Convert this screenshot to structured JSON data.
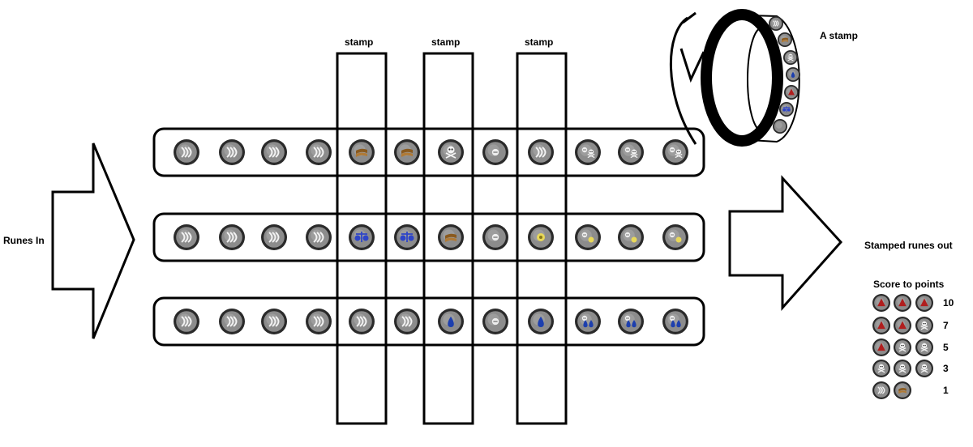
{
  "labels": {
    "runes_in": "Runes In",
    "stamped_out": "Stamped runes out",
    "a_stamp": "A stamp",
    "score_title": "Score to points"
  },
  "stamps": [
    {
      "label": "stamp"
    },
    {
      "label": "stamp"
    },
    {
      "label": "stamp"
    }
  ],
  "conveyors": [
    {
      "runes": [
        "air",
        "air",
        "air",
        "air",
        "earth",
        "earth",
        "death",
        "mind",
        "air",
        "mind-death",
        "mind-death",
        "mind-death"
      ]
    },
    {
      "runes": [
        "air",
        "air",
        "air",
        "air",
        "law",
        "law",
        "earth",
        "mind",
        "cosmic",
        "mind-cosmic",
        "mind-cosmic",
        "mind-cosmic"
      ]
    },
    {
      "runes": [
        "air",
        "air",
        "air",
        "air",
        "air",
        "air",
        "water",
        "mind",
        "water",
        "mind-water",
        "mind-water",
        "mind-water"
      ]
    }
  ],
  "stamp_wheel": {
    "runes": [
      "air",
      "earth",
      "death",
      "water",
      "fire",
      "law",
      "blank"
    ]
  },
  "score_table": [
    {
      "points": "10",
      "runes": [
        "fire",
        "fire",
        "fire"
      ]
    },
    {
      "points": "7",
      "runes": [
        "fire",
        "fire",
        "death"
      ]
    },
    {
      "points": "5",
      "runes": [
        "fire",
        "death",
        "death"
      ]
    },
    {
      "points": "3",
      "runes": [
        "death",
        "death",
        "death"
      ]
    },
    {
      "points": "1",
      "runes": [
        "air",
        "earth"
      ]
    }
  ],
  "colors": {
    "stroke": "#000000",
    "rune_stone": "#8c8c8c",
    "rune_rim": "#2a2a2a",
    "water": "#1d3fae",
    "fire": "#b01e1e",
    "earth": "#8a5a1e",
    "law": "#2e45c8",
    "cosmic": "#e8d85a"
  }
}
